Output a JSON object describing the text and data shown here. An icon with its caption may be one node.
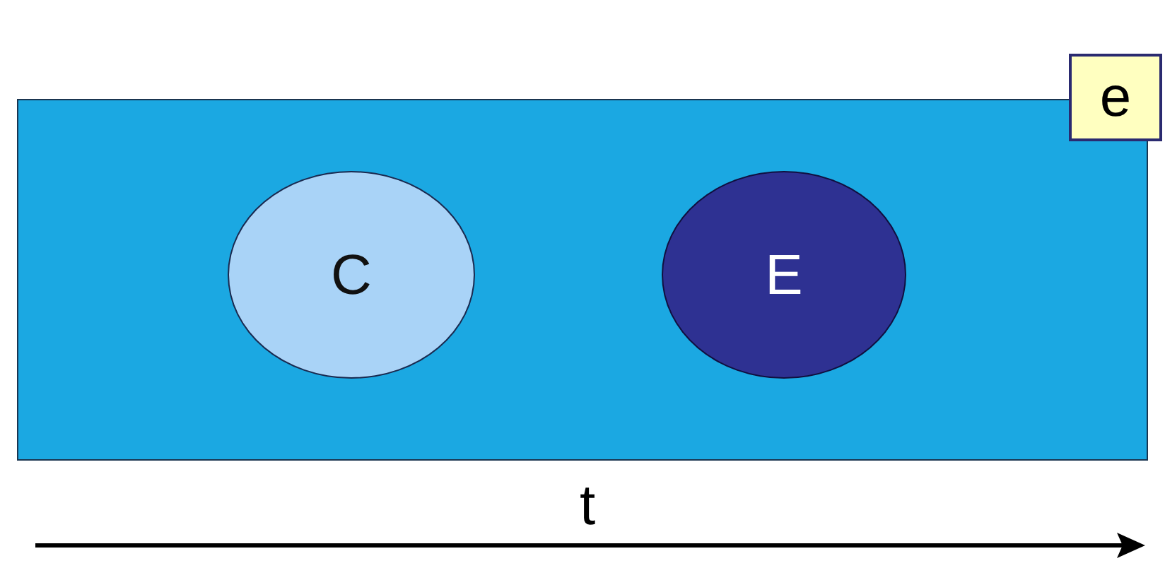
{
  "diagram": {
    "nodes": [
      {
        "text": [],
        "shape": "box"
      },
      {
        "text": [
          "C"
        ],
        "in": 0
      },
      {
        "text": [
          "E"
        ],
        "in": 0
      },
      {
        "text": [
          "e"
        ]
      }
    ],
    "labels": [
      "t"
    ]
  }
}
